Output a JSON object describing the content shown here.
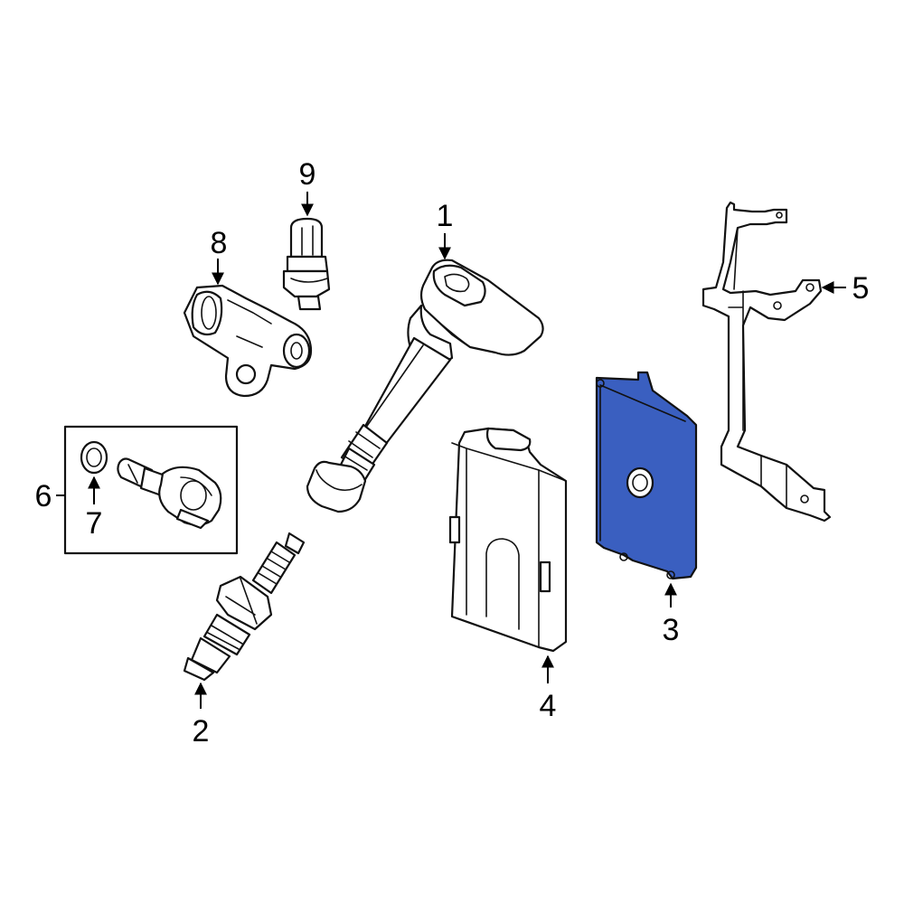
{
  "colors": {
    "highlight_fill": "#3a5fc0",
    "line": "#111111",
    "background": "#ffffff"
  },
  "callouts": [
    {
      "id": "1",
      "label": "1",
      "part": "ignition-coil"
    },
    {
      "id": "2",
      "label": "2",
      "part": "spark-plug"
    },
    {
      "id": "3",
      "label": "3",
      "part": "engine-control-module"
    },
    {
      "id": "4",
      "label": "4",
      "part": "module-cover"
    },
    {
      "id": "5",
      "label": "5",
      "part": "mounting-bracket"
    },
    {
      "id": "6",
      "label": "6",
      "part": "sensor-kit"
    },
    {
      "id": "7",
      "label": "7",
      "part": "o-ring"
    },
    {
      "id": "8",
      "label": "8",
      "part": "camshaft-position-sensor"
    },
    {
      "id": "9",
      "label": "9",
      "part": "knock-sensor"
    }
  ],
  "highlighted_part": "3"
}
